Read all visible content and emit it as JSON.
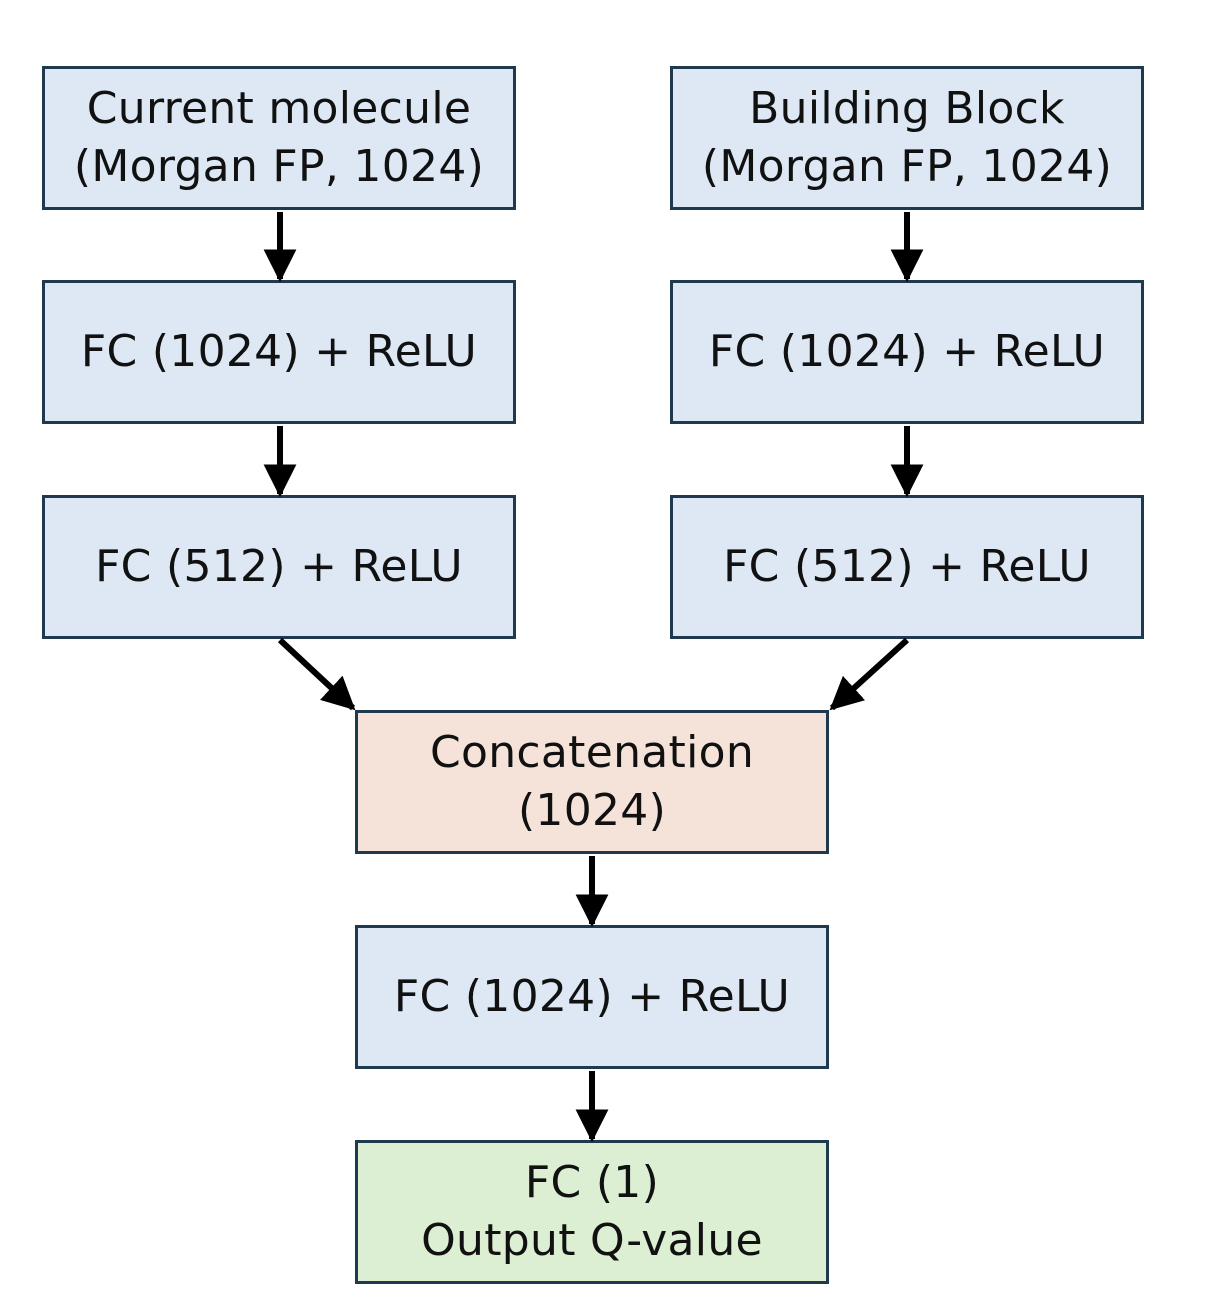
{
  "colors": {
    "fc_fill": "#dde8f4",
    "concat_fill": "#f5e3d9",
    "output_fill": "#dcefd2",
    "border": "#1f3a4f",
    "arrow": "#000000"
  },
  "left_branch": {
    "input": {
      "line1": "Current molecule",
      "line2": "(Morgan FP, 1024)"
    },
    "fc1": "FC (1024) + ReLU",
    "fc2": "FC (512) + ReLU"
  },
  "right_branch": {
    "input": {
      "line1": "Building Block",
      "line2": "(Morgan FP, 1024)"
    },
    "fc1": "FC (1024) + ReLU",
    "fc2": "FC (512) + ReLU"
  },
  "merge": {
    "concat": {
      "line1": "Concatenation",
      "line2": "(1024)"
    },
    "fc": "FC (1024) + ReLU",
    "output": {
      "line1": "FC (1)",
      "line2": "Output Q-value"
    }
  }
}
